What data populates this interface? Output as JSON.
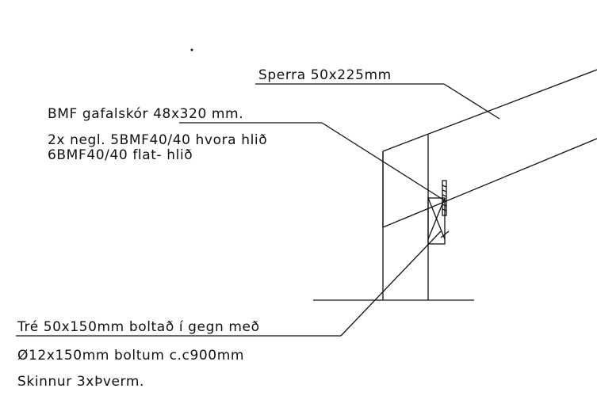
{
  "labels": {
    "sperra": "Sperra 50x225mm",
    "bmf_title": "BMF gafalskór 48x320 mm.",
    "bmf_line1": "2x negl. 5BMF40/40 hvora hlið",
    "bmf_line2": "6BMF40/40 flat- hlið",
    "tre_line1": "Tré 50x150mm boltað í gegn með",
    "tre_line2": "Ø12x150mm boltum c.c900mm",
    "tre_line3": "Skinnur 3xÞverm."
  }
}
